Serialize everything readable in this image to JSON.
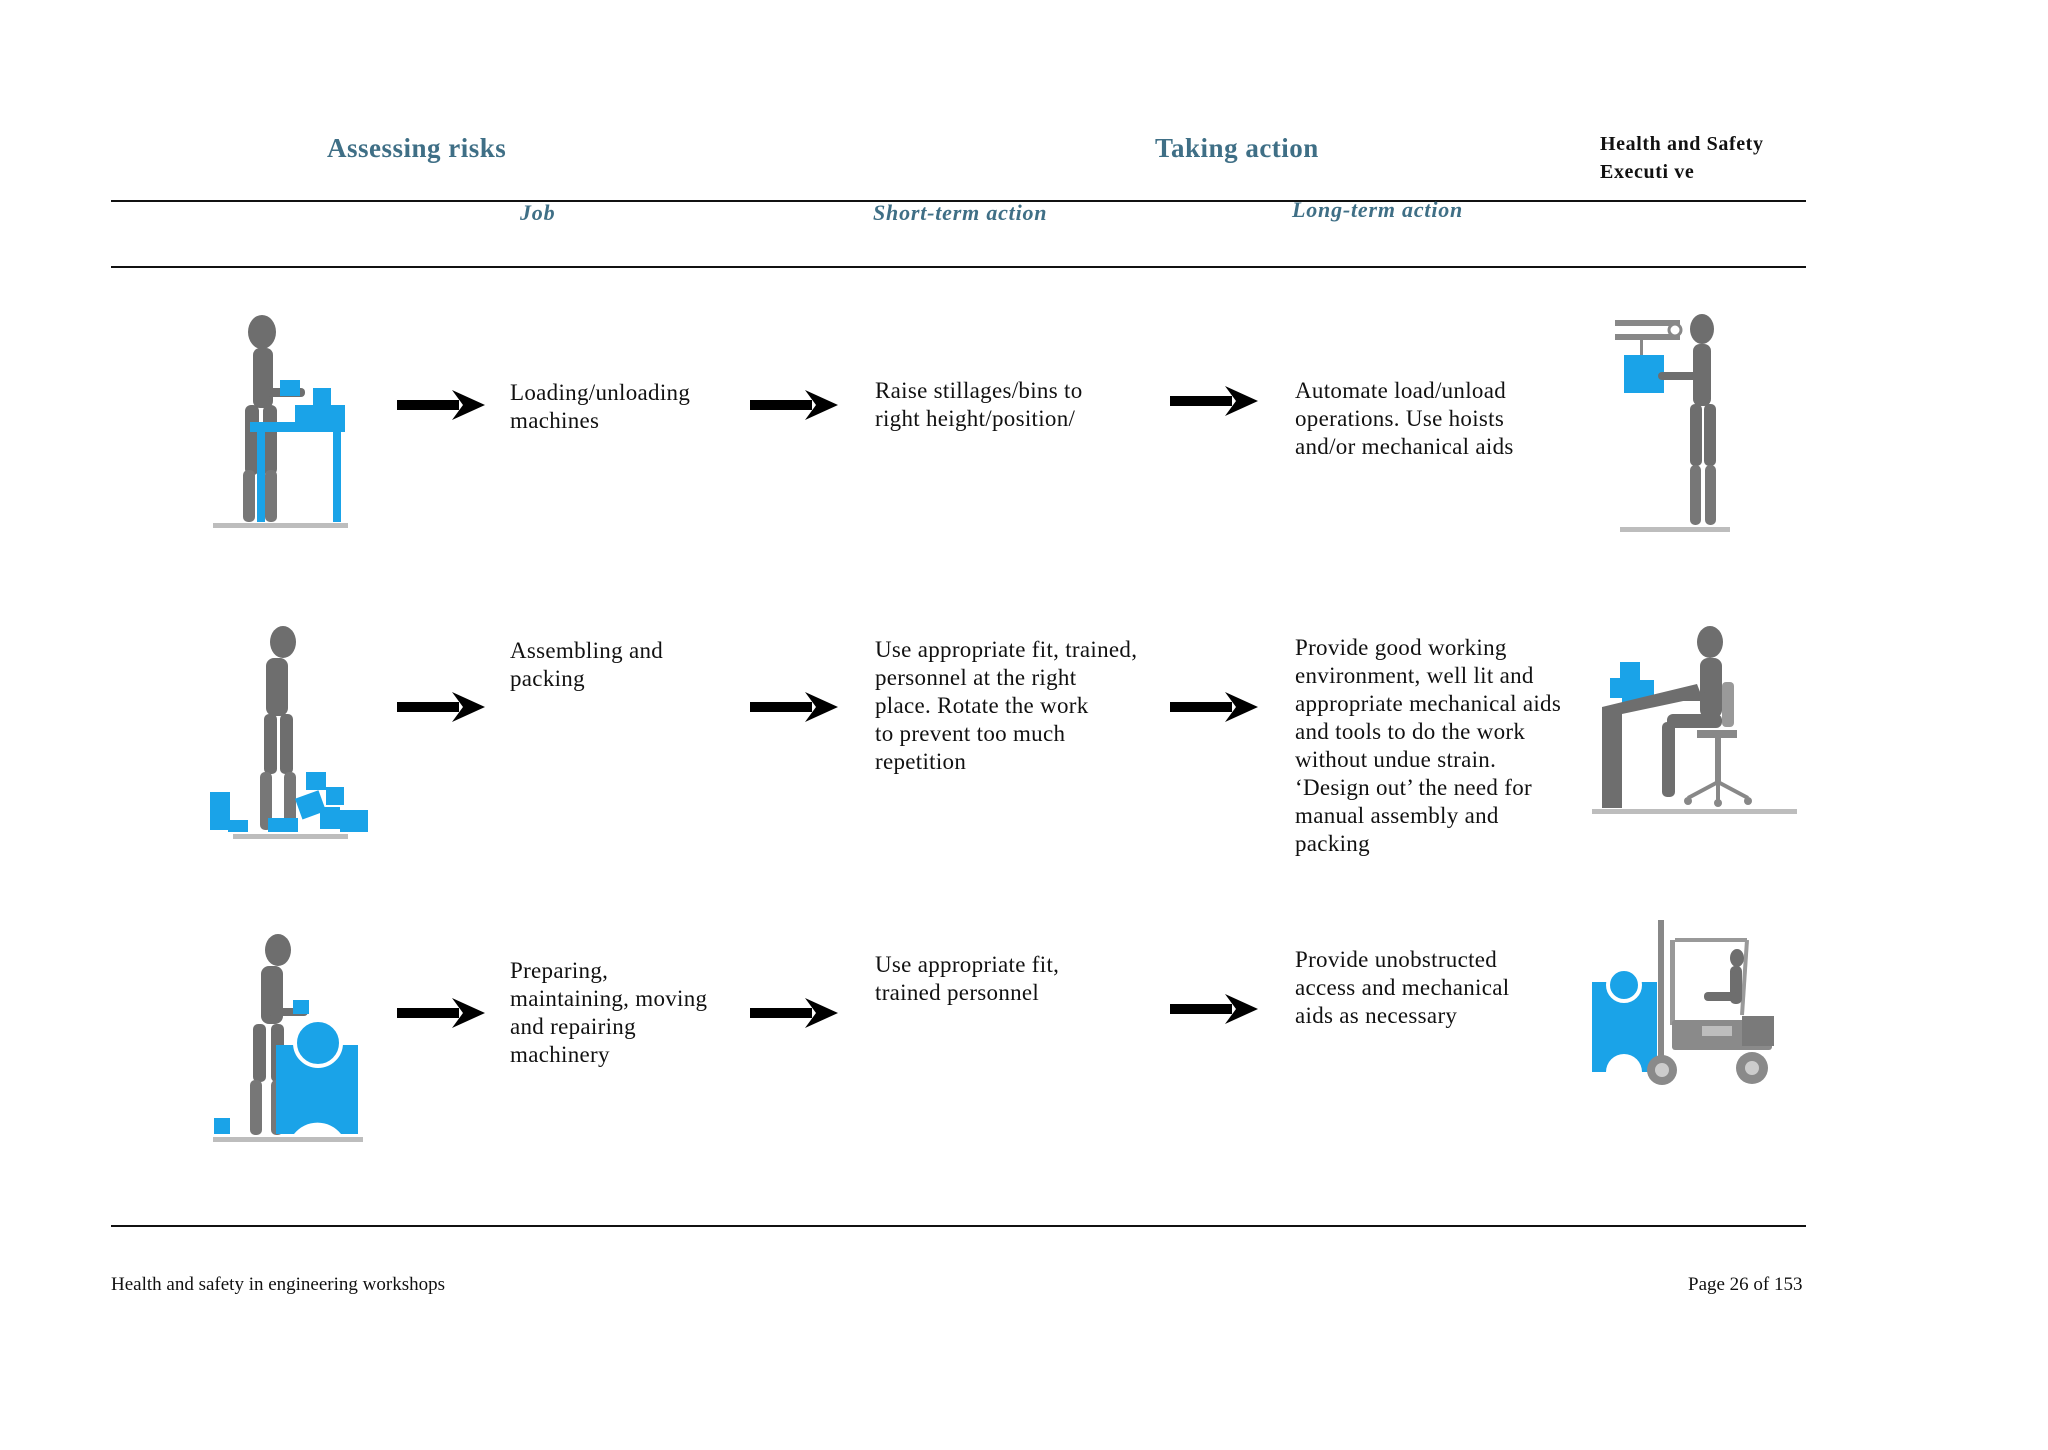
{
  "header": {
    "assessing": "Assessing risks",
    "taking": "Taking  action",
    "org_line1": "Health  and Safety",
    "org_line2": "Executi ve"
  },
  "columns": {
    "job": "Job",
    "short_term": "Short-term  action",
    "long_term": "Long-term  action"
  },
  "rows": [
    {
      "job": [
        "Loading/unloading",
        "machines"
      ],
      "short": [
        "Raise stillages/bins to",
        "right height/position/"
      ],
      "long": [
        "Automate load/unload",
        "operations. Use hoists",
        "and/or mechanical aids"
      ]
    },
    {
      "job": [
        "Assembling and",
        "packing"
      ],
      "short": [
        "Use appropriate fit, trained,",
        "personnel at the right",
        "place. Rotate the work",
        "to prevent too much",
        "repetition"
      ],
      "long": [
        "Provide good working",
        "environment, well  lit  and",
        "appropriate mechanical  aids",
        "and tools to do the work",
        "without undue strain.",
        "‘Design out’ the need for",
        "manual assembly and",
        "packing"
      ]
    },
    {
      "job": [
        "Preparing,",
        "maintaining,  moving",
        "and repairing",
        "machinery"
      ],
      "short": [
        "Use appropriate fit,",
        "trained personnel"
      ],
      "long": [
        "Provide unobstructed",
        "access and mechanical",
        "aids as necessary"
      ]
    }
  ],
  "footer": {
    "left": "Health and safety in engineering workshops",
    "right": "Page 26 of 153"
  },
  "colors": {
    "accent_blue": "#1aa3e8",
    "figure_grey": "#6e6e6e",
    "header_teal": "#3f6f86"
  }
}
